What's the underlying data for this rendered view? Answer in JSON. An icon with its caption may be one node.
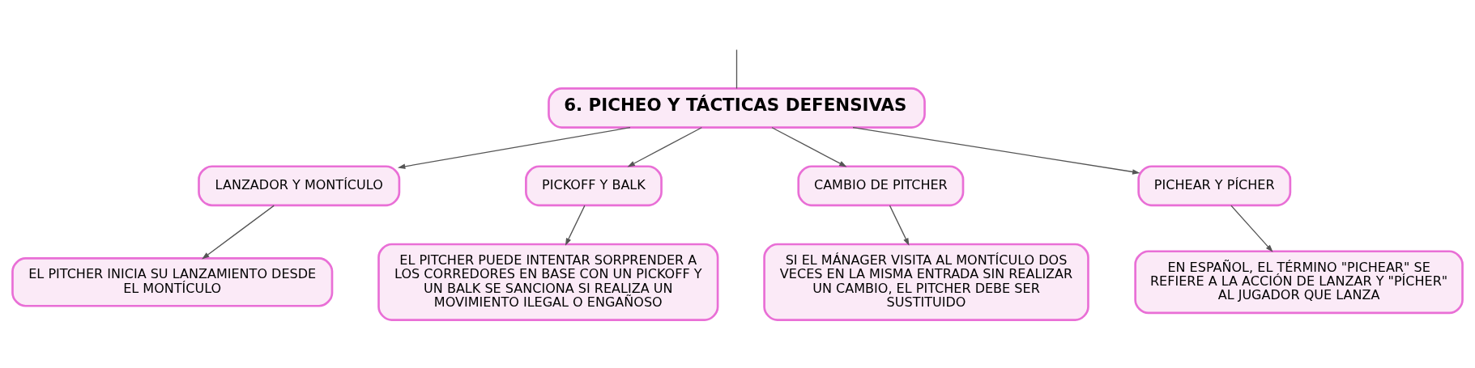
{
  "diagram": {
    "nodes": [
      {
        "text": [
          "6. PICHEO Y TÁCTICAS DEFENSIVAS"
        ]
      },
      {
        "text": [
          "LANZADOR Y MONTÍCULO"
        ]
      },
      {
        "text": [
          "PICKOFF Y BALK"
        ]
      },
      {
        "text": [
          "CAMBIO DE PITCHER"
        ]
      },
      {
        "text": [
          "PICHEAR Y PÍCHER"
        ]
      },
      {
        "text": [
          "EL PITCHER INICIA SU LANZAMIENTO DESDE EL MONTÍCULO"
        ]
      },
      {
        "text": [
          "EL PITCHER PUEDE INTENTAR SORPRENDER A LOS CORREDORES EN BASE CON UN PICKOFF Y UN BALK SE SANCIONA SI REALIZA UN MOVIMIENTO ILEGAL O ENGAÑOSO"
        ]
      },
      {
        "text": [
          "SI EL MÁNAGER VISITA AL MONTÍCULO DOS VECES EN LA MISMA ENTRADA SIN REALIZAR UN CAMBIO, EL PITCHER DEBE SER SUSTITUIDO"
        ]
      },
      {
        "text": [
          "EN ESPAÑOL, EL TÉRMINO \"PICHEAR\" SE REFIERE A LA ACCIÓN DE LANZAR Y \"PÍCHER\" AL JUGADOR QUE LANZA"
        ]
      }
    ],
    "edges": [
      {
        "from": null,
        "to": 0,
        "arrow": "none"
      },
      {
        "from": 0,
        "to": 1,
        "arrow": "to"
      },
      {
        "from": 0,
        "to": 2,
        "arrow": "to"
      },
      {
        "from": 0,
        "to": 3,
        "arrow": "to"
      },
      {
        "from": 0,
        "to": 4,
        "arrow": "to"
      },
      {
        "from": 1,
        "to": 5,
        "arrow": "to"
      },
      {
        "from": 2,
        "to": 6,
        "arrow": "to"
      },
      {
        "from": 3,
        "to": 7,
        "arrow": "to"
      },
      {
        "from": 4,
        "to": 8,
        "arrow": "to"
      }
    ]
  }
}
